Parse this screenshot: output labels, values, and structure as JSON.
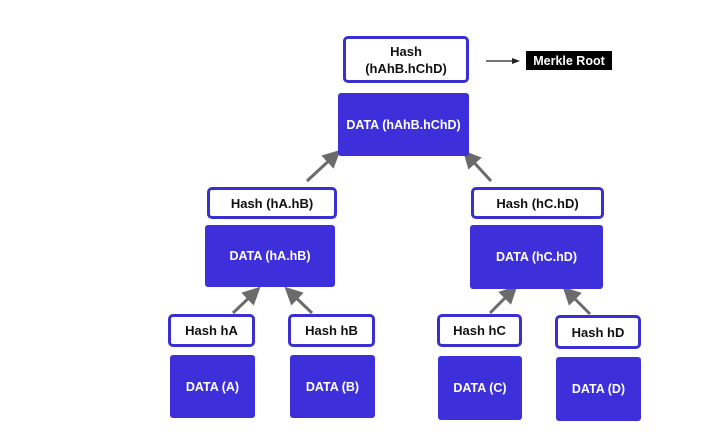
{
  "root": {
    "hash_line1": "Hash",
    "hash_line2": "(hAhB.hChD)",
    "data": "DATA (hAhB.hChD)",
    "merkle_label": "Merkle Root"
  },
  "left_branch": {
    "hash": "Hash (hA.hB)",
    "data": "DATA (hA.hB)"
  },
  "right_branch": {
    "hash": "Hash (hC.hD)",
    "data": "DATA (hC.hD)"
  },
  "leaves": [
    {
      "hash": "Hash hA",
      "data": "DATA (A)"
    },
    {
      "hash": "Hash hB",
      "data": "DATA (B)"
    },
    {
      "hash": "Hash hC",
      "data": "DATA (C)"
    },
    {
      "hash": "Hash hD",
      "data": "DATA (D)"
    }
  ],
  "colors": {
    "data_fill": "#3d2fd9",
    "hash_border": "#3a2fd0",
    "arrow": "#6b6b6b"
  }
}
